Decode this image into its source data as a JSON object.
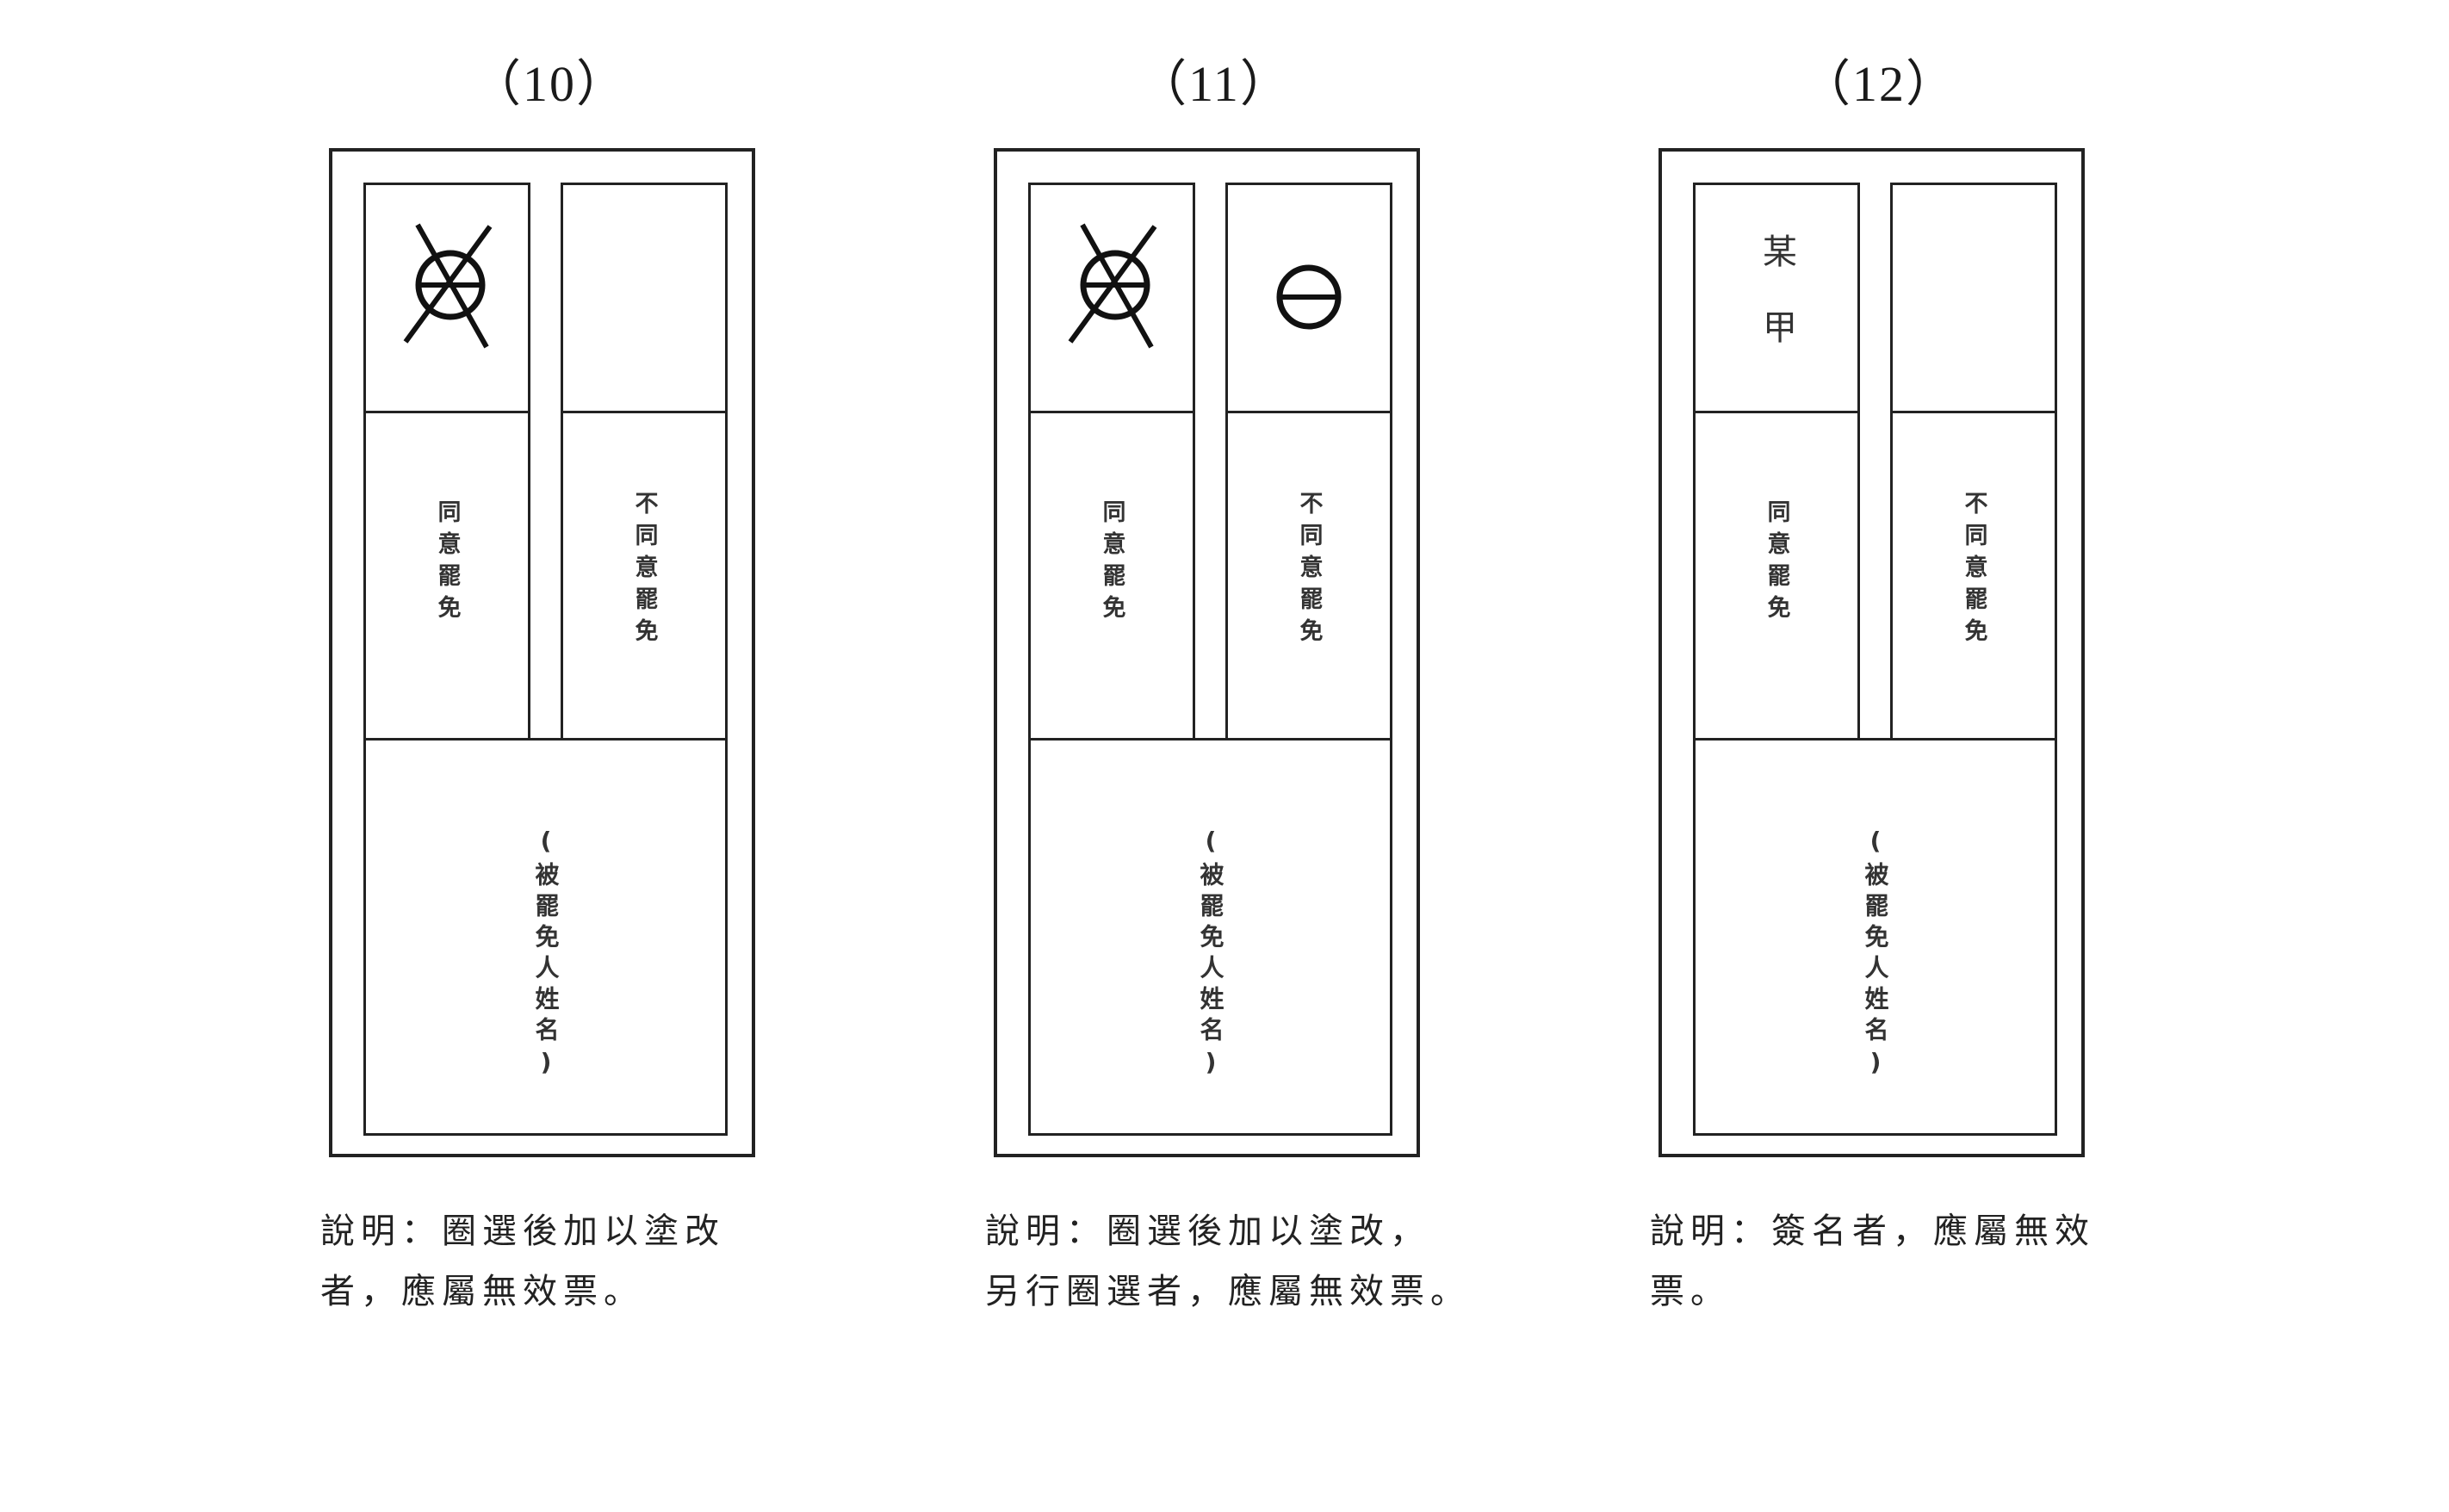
{
  "panels": [
    {
      "number": "（10）",
      "mark_left": "crossed-out circle mark",
      "mark_right": "",
      "written_name": "",
      "agree_label": "同意罷免",
      "disagree_label": "不同意罷免",
      "name_label": "(被罷免人姓名)",
      "caption_lines": [
        "說明：圈選後加以塗改",
        "者，應屬無效票。"
      ]
    },
    {
      "number": "（11）",
      "mark_left": "crossed-out circle mark",
      "mark_right": "circle mark",
      "written_name": "",
      "agree_label": "同意罷免",
      "disagree_label": "不同意罷免",
      "name_label": "(被罷免人姓名)",
      "caption_lines": [
        "說明：圈選後加以塗改，",
        "另行圈選者，應屬無效票。"
      ]
    },
    {
      "number": "（12）",
      "mark_left": "",
      "mark_right": "",
      "written_name": "某甲",
      "agree_label": "同意罷免",
      "disagree_label": "不同意罷免",
      "name_label": "(被罷免人姓名)",
      "caption_lines": [
        "說明：簽名者，應屬無效",
        "票。"
      ]
    }
  ],
  "colors": {
    "line": "#222222",
    "background": "#ffffff"
  }
}
